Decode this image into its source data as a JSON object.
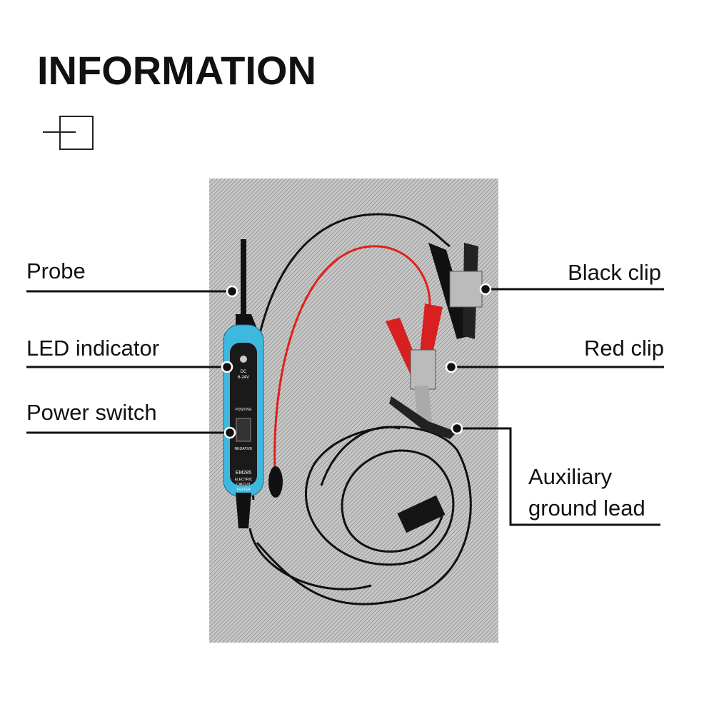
{
  "title": "INFORMATION",
  "labels": {
    "probe": "Probe",
    "led": "LED indicator",
    "power": "Power switch",
    "black_clip": "Black clip",
    "red_clip": "Red clip",
    "aux1": "Auxiliary",
    "aux2": "ground lead"
  },
  "device": {
    "dc": "DC",
    "voltage": "6-24V",
    "positive": "POSITIVE",
    "negative": "NEGATIVE",
    "model": "EM285",
    "name1": "ELECTRIC",
    "name2": "CIRCUIT",
    "name3": "TESTER"
  },
  "colors": {
    "body": "#3fb8e0",
    "red_wire": "#e0201a",
    "black": "#111111"
  }
}
